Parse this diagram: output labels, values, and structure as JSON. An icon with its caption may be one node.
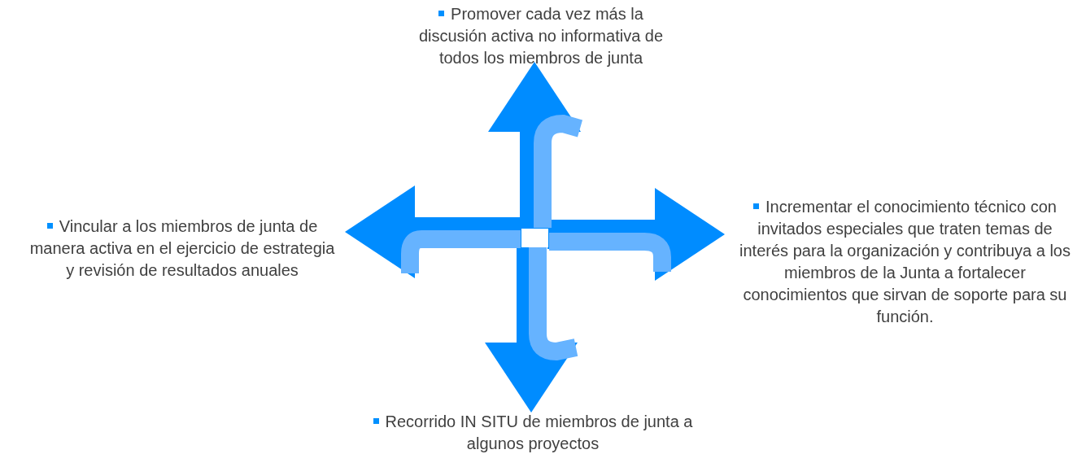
{
  "diagram": {
    "nodes": [
      {
        "text": [],
        "shape": "box"
      },
      {
        "text": [
          "Promover cada vez más la discusión activa no informativa de todos los miembros de junta"
        ]
      },
      {
        "text": [
          "Incrementar el conocimiento técnico con invitados especiales que traten temas de interés para la organización y contribuya a los miembros de la Junta a fortalecer conocimientos que sirvan de soporte para su función."
        ]
      },
      {
        "text": [
          "Recorrido IN SITU de miembros de junta a algunos proyectos"
        ]
      },
      {
        "text": [
          "Vincular a los miembros de junta de manera activa en el ejercicio de estrategia y revisión de resultados anuales"
        ]
      }
    ],
    "edges": [
      {
        "from": 0,
        "to": 1,
        "arrow": "to"
      },
      {
        "from": 0,
        "to": 2,
        "arrow": "to"
      },
      {
        "from": 0,
        "to": 3,
        "arrow": "to"
      },
      {
        "from": 0,
        "to": 4,
        "arrow": "to"
      }
    ]
  }
}
